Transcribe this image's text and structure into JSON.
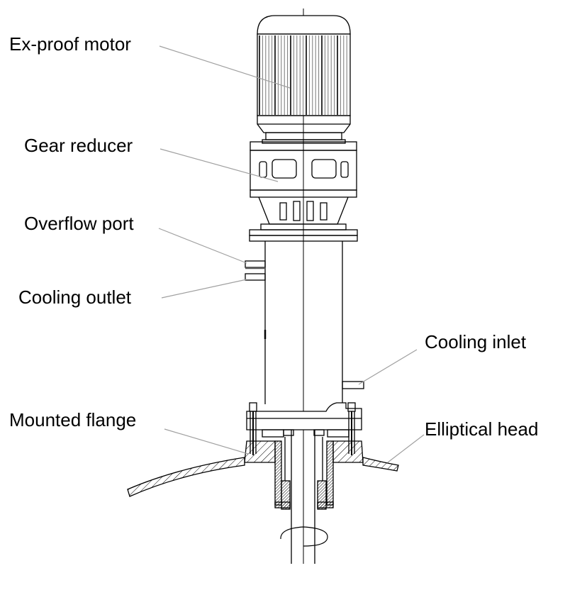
{
  "diagram": {
    "title": "Magnetic-drive agitator assembly",
    "line_color": "#000000",
    "leader_color": "#a0a0a0",
    "labels": [
      {
        "id": "ex-proof-motor",
        "text": "Ex-proof motor"
      },
      {
        "id": "gear-reducer",
        "text": "Gear reducer"
      },
      {
        "id": "overflow-port",
        "text": "Overflow port"
      },
      {
        "id": "cooling-outlet",
        "text": "Cooling outlet"
      },
      {
        "id": "cooling-inlet",
        "text": "Cooling inlet"
      },
      {
        "id": "mounted-flange",
        "text": "Mounted flange"
      },
      {
        "id": "elliptical-head",
        "text": "Elliptical head"
      }
    ]
  }
}
